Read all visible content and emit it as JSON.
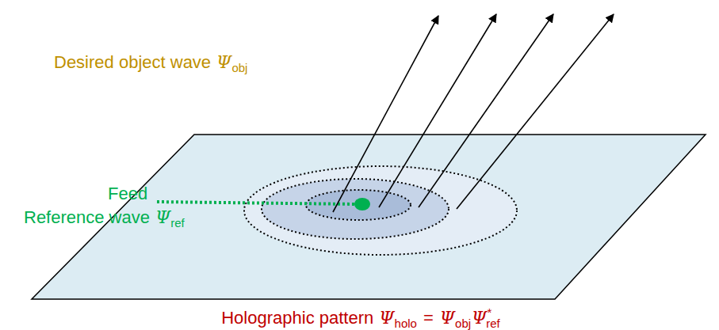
{
  "diagram": {
    "labels": [
      "Desired object wave",
      "Ψ",
      "obj",
      "Feed",
      "Reference wave",
      "Ψ",
      "ref",
      "Holographic pattern",
      "Ψ",
      "holo",
      "=",
      "Ψ",
      "obj",
      "Ψ",
      "*",
      "ref"
    ]
  }
}
